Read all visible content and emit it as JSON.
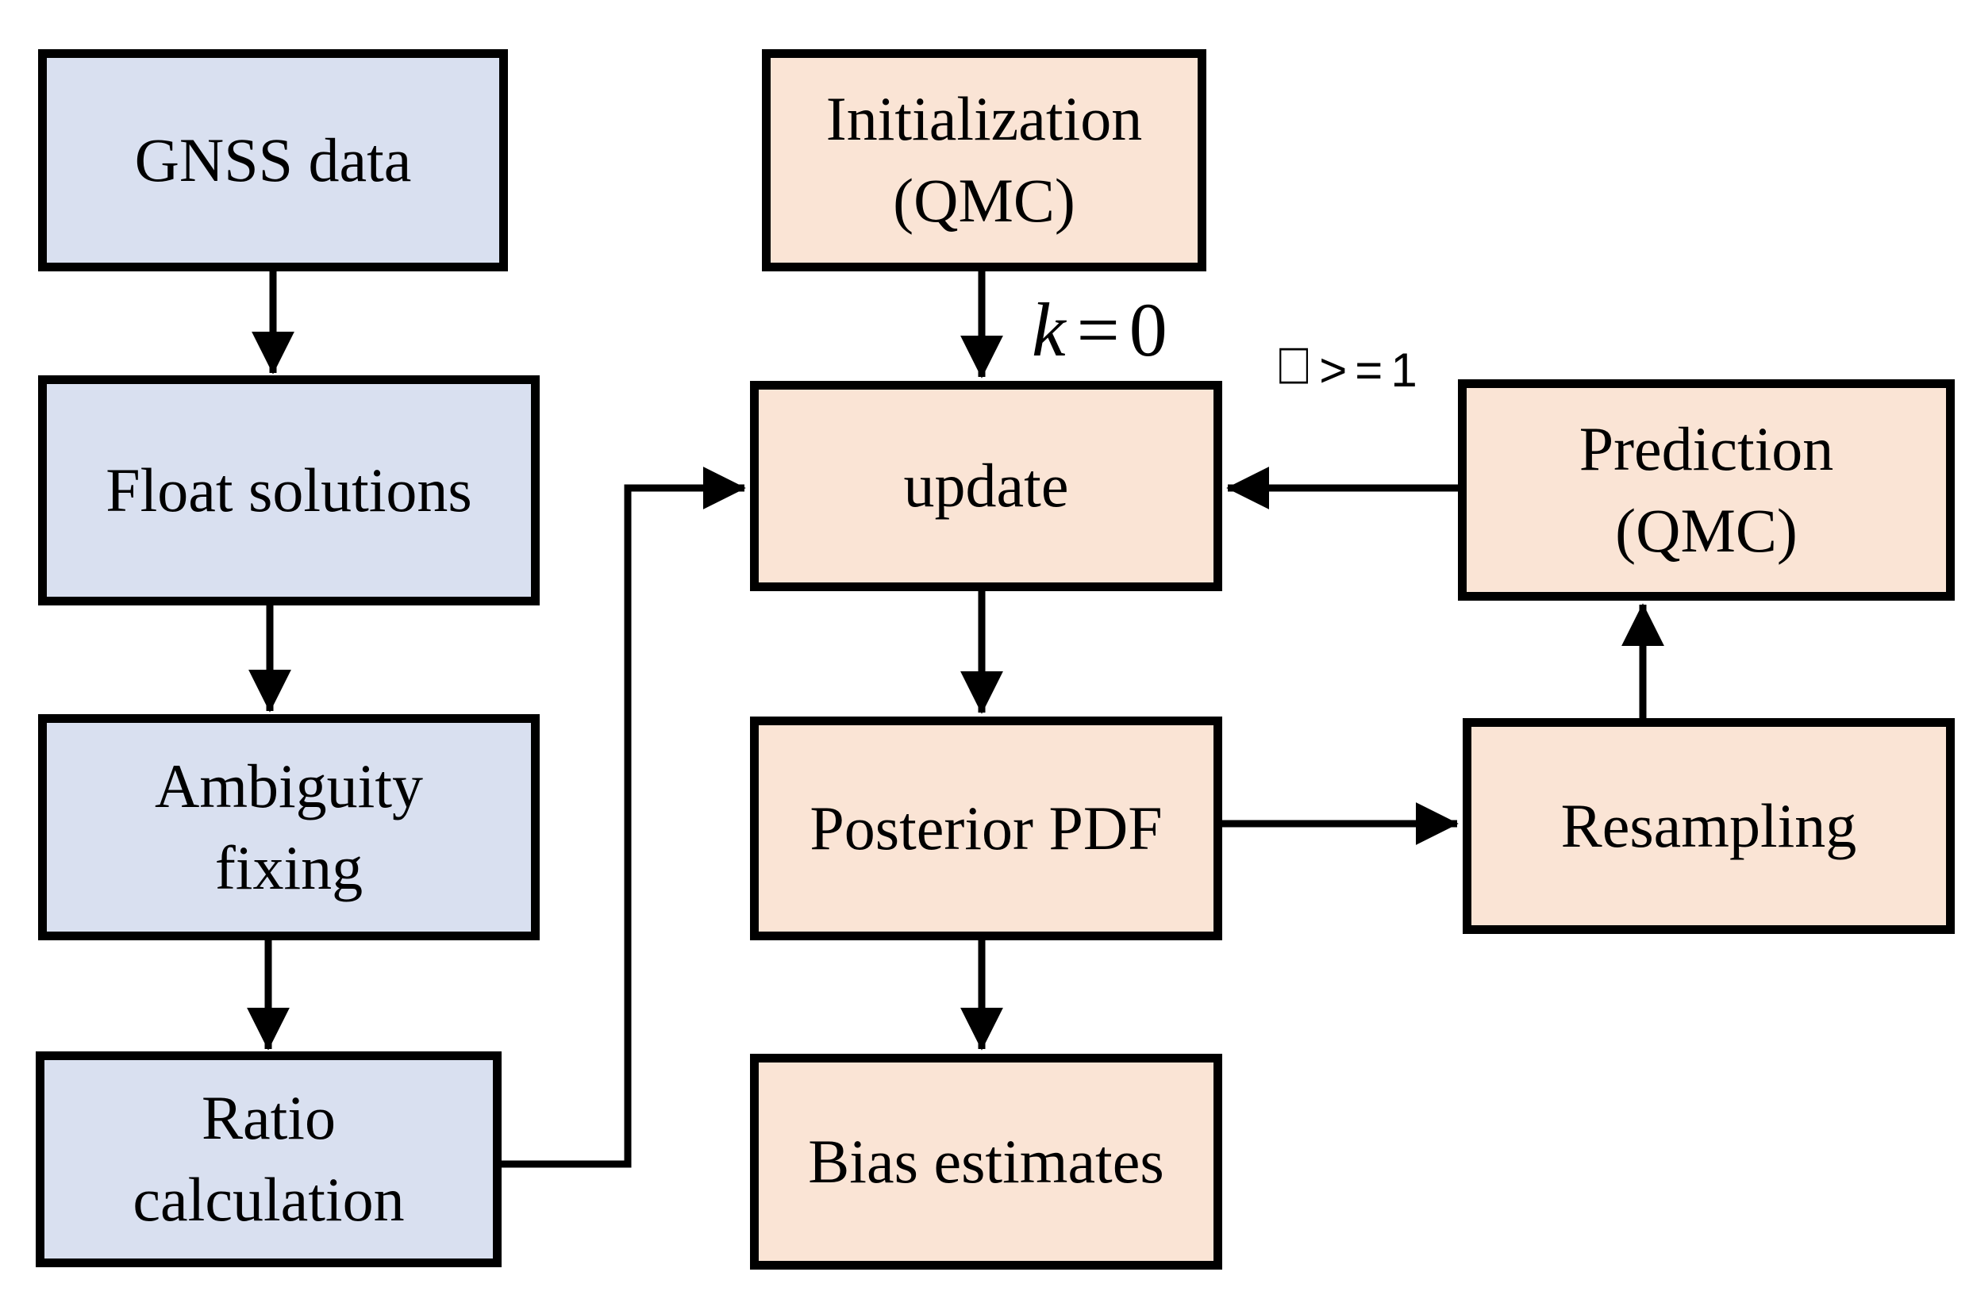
{
  "nodes": {
    "gnss_data": {
      "label": "GNSS data"
    },
    "float_solutions": {
      "label": "Float solutions"
    },
    "ambiguity_fixing": {
      "label": "Ambiguity\nfixing"
    },
    "ratio_calculation": {
      "label": "Ratio\ncalculation"
    },
    "initialization": {
      "label": "Initialization\n(QMC)"
    },
    "update": {
      "label": "update"
    },
    "posterior_pdf": {
      "label": "Posterior PDF"
    },
    "bias_estimates": {
      "label": "Bias estimates"
    },
    "prediction": {
      "label": "Prediction\n(QMC)"
    },
    "resampling": {
      "label": "Resampling"
    }
  },
  "labels": {
    "k0": {
      "variable": "k",
      "operator": "=",
      "value": "0"
    },
    "loop": {
      "glyph": "□",
      "text": ">=1"
    }
  },
  "colors": {
    "input_node_fill": "#d9e0f0",
    "process_node_fill": "#fae4d5",
    "stroke": "#000000",
    "background": "#ffffff"
  }
}
